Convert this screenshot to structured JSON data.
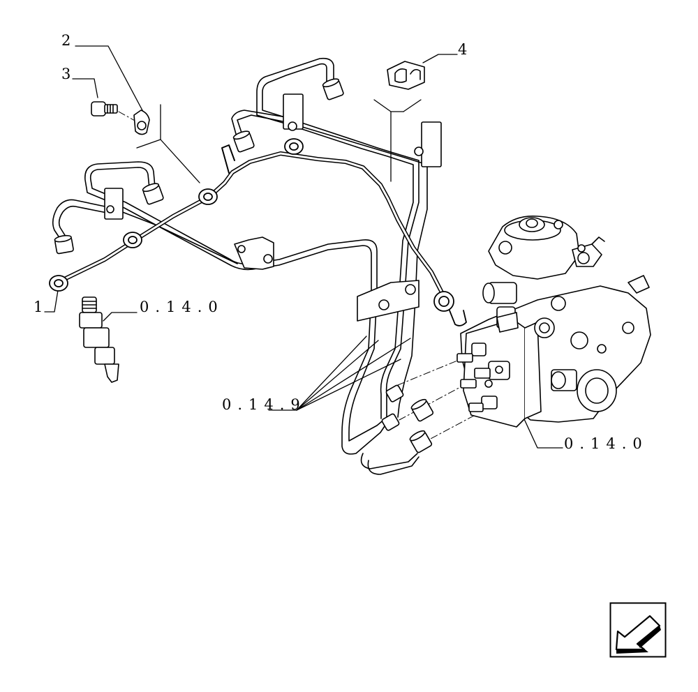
{
  "callouts": {
    "item_1": "1",
    "item_2": "2",
    "item_3": "3",
    "item_4": "4",
    "ref_injector": "0.14.0",
    "ref_pipes": "0.14.9",
    "ref_pump": "0.14.0"
  },
  "navigation": {
    "icon": "arrow-down-left-icon"
  },
  "colors": {
    "line": "#000000",
    "background": "#ffffff"
  }
}
